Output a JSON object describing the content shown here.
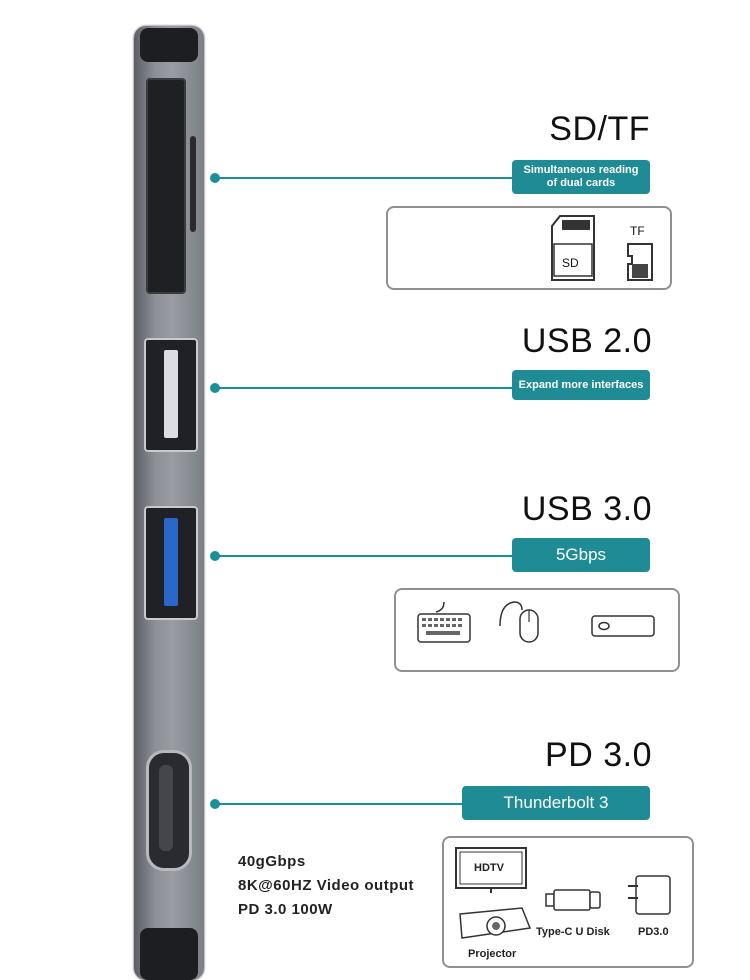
{
  "sd": {
    "title": "SD/TF",
    "badge_line1": "Simultaneous reading",
    "badge_line2": "of dual cards",
    "sd_label": "SD",
    "tf_label": "TF"
  },
  "usb2": {
    "title": "USB 2.0",
    "badge": "Expand more interfaces"
  },
  "usb3": {
    "title": "USB 3.0",
    "badge": "5Gbps"
  },
  "pd": {
    "title": "PD 3.0",
    "badge": "Thunderbolt 3",
    "specs": [
      "40gGbps",
      "8K@60HZ Video output",
      "PD 3.0 100W"
    ],
    "hdtv_label": "HDTV",
    "projector_label": "Projector",
    "udisk_label": "Type-C U Disk",
    "charger_label": "PD3.0"
  },
  "colors": {
    "accent": "#1f8c95",
    "device": "#8d8f97"
  }
}
